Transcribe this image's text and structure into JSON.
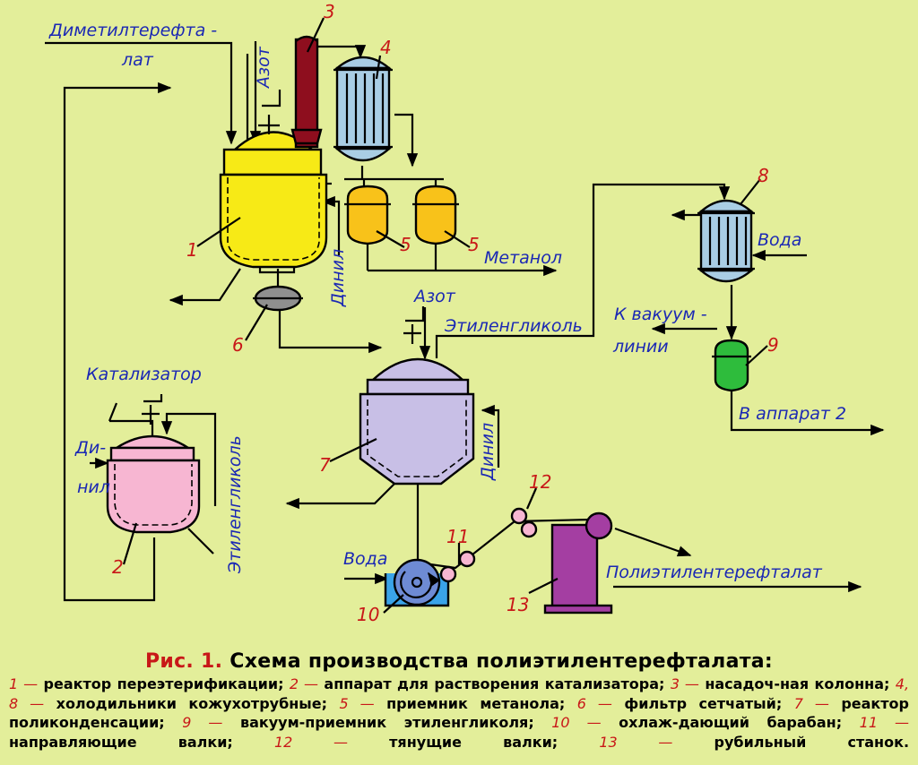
{
  "diagram": {
    "labels": {
      "dmt_1": "Диметилтерефта -",
      "dmt_2": "лат",
      "azot_top": "Азот",
      "methanol": "Метанол",
      "dinil_1": "Динил",
      "azot_mid": "Азот",
      "eg_top": "Этиленгликоль",
      "voda_top": "Вода",
      "vacuum_1": "К вакуум -",
      "vacuum_2": "линии",
      "to_apparatus": "В аппарат 2",
      "catalyst": "Катализатор",
      "dinil_2a": "Ди-",
      "dinil_2b": "нил",
      "eg_left": "Этиленгликоль",
      "dinil_7": "Динил",
      "voda_bottom": "Вода",
      "pet_out": "Полиэтилентерефталат"
    },
    "numbers": [
      "1",
      "2",
      "3",
      "4",
      "5",
      "5",
      "6",
      "7",
      "8",
      "9",
      "10",
      "11",
      "12",
      "13"
    ],
    "colors": {
      "reactor_1": "#f7ea16",
      "vessel_2": "#f7b6d2",
      "column_3": "#8e0e1e",
      "cooler": "#a9cde4",
      "receiver_5": "#f8c21a",
      "filter_6": "#8f8f8f",
      "reactor_7": "#c8bfe6",
      "receiver_9": "#2ebc3c",
      "drum_10": "#6e8bd4",
      "bath_10": "#3aa3e8",
      "cutter_13": "#a43ea2",
      "label_blue": "#1b28b4",
      "number_red": "#c81818",
      "background": "#e3ee9a"
    }
  },
  "caption": {
    "fig": "Рис. 1.",
    "title": "Схема производства полиэтилентерефталата:",
    "items": [
      {
        "n": "1 —",
        "t": " реактор переэтерификации; "
      },
      {
        "n": "2 —",
        "t": " аппарат для растворения катализатора; "
      },
      {
        "n": "3 —",
        "t": " насадоч-ная колонна; "
      },
      {
        "n": "4, 8 —",
        "t": " холодильники кожухотрубные; "
      },
      {
        "n": "5 —",
        "t": " приемник метанола; "
      },
      {
        "n": "6 —",
        "t": " фильтр сетчатый; "
      },
      {
        "n": "7 —",
        "t": " реактор поликонденсации; "
      },
      {
        "n": "9 —",
        "t": " вакуум-приемник этиленгликоля; "
      },
      {
        "n": "10 —",
        "t": " охлаж-дающий барабан; "
      },
      {
        "n": "11 —",
        "t": " направляющие валки; "
      },
      {
        "n": "12 —",
        "t": " тянущие валки; "
      },
      {
        "n": "13 —",
        "t": " рубильный станок."
      }
    ]
  }
}
